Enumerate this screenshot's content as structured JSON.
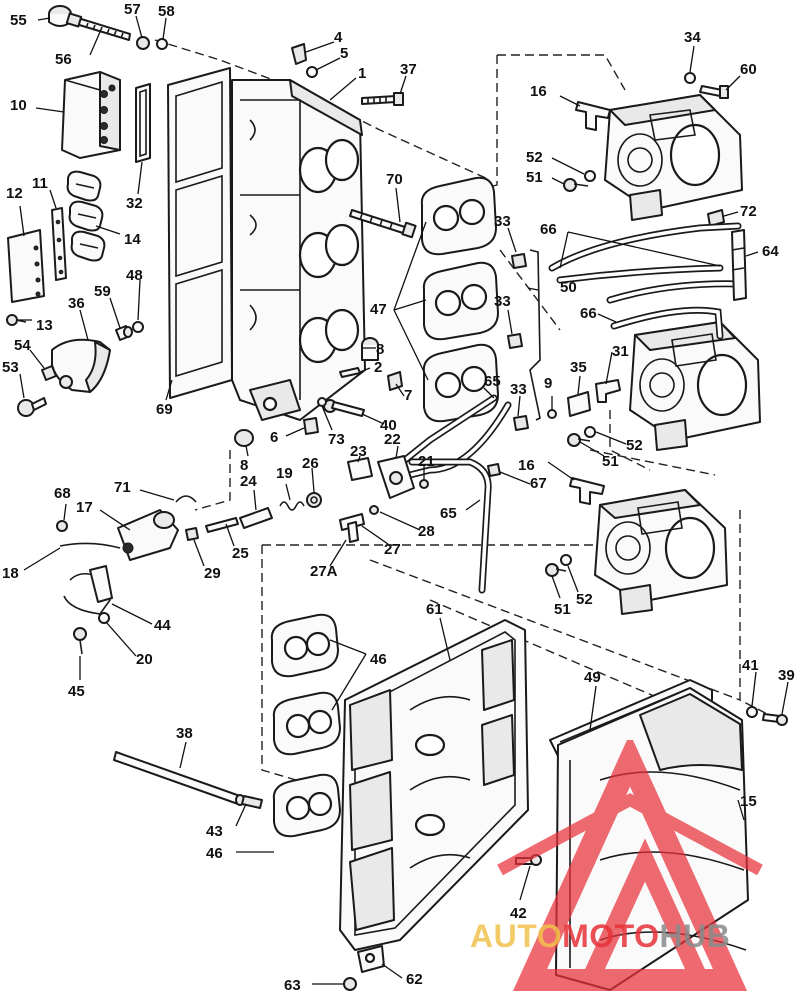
{
  "callouts": [
    {
      "id": "c55",
      "text": "55"
    },
    {
      "id": "c56",
      "text": "56"
    },
    {
      "id": "c57",
      "text": "57"
    },
    {
      "id": "c58",
      "text": "58"
    },
    {
      "id": "c4",
      "text": "4"
    },
    {
      "id": "c5",
      "text": "5"
    },
    {
      "id": "c1",
      "text": "1"
    },
    {
      "id": "c37",
      "text": "37"
    },
    {
      "id": "c10",
      "text": "10"
    },
    {
      "id": "c32",
      "text": "32"
    },
    {
      "id": "c12",
      "text": "12"
    },
    {
      "id": "c11",
      "text": "11"
    },
    {
      "id": "c14",
      "text": "14"
    },
    {
      "id": "c13",
      "text": "13"
    },
    {
      "id": "c36",
      "text": "36"
    },
    {
      "id": "c59",
      "text": "59"
    },
    {
      "id": "c48",
      "text": "48"
    },
    {
      "id": "c54",
      "text": "54"
    },
    {
      "id": "c53",
      "text": "53"
    },
    {
      "id": "c69",
      "text": "69"
    },
    {
      "id": "c70",
      "text": "70"
    },
    {
      "id": "c34",
      "text": "34"
    },
    {
      "id": "c60",
      "text": "60"
    },
    {
      "id": "c16a",
      "text": "16"
    },
    {
      "id": "c52a",
      "text": "52"
    },
    {
      "id": "c51a",
      "text": "51"
    },
    {
      "id": "c72",
      "text": "72"
    },
    {
      "id": "c33a",
      "text": "33"
    },
    {
      "id": "c66a",
      "text": "66"
    },
    {
      "id": "c64",
      "text": "64"
    },
    {
      "id": "c50",
      "text": "50"
    },
    {
      "id": "c47",
      "text": "47"
    },
    {
      "id": "c33b",
      "text": "33"
    },
    {
      "id": "c66b",
      "text": "66"
    },
    {
      "id": "c8a",
      "text": "8"
    },
    {
      "id": "c2",
      "text": "2"
    },
    {
      "id": "c31",
      "text": "31"
    },
    {
      "id": "c7",
      "text": "7"
    },
    {
      "id": "c65a",
      "text": "65"
    },
    {
      "id": "c33c",
      "text": "33"
    },
    {
      "id": "c9",
      "text": "9"
    },
    {
      "id": "c35",
      "text": "35"
    },
    {
      "id": "c40",
      "text": "40"
    },
    {
      "id": "c6",
      "text": "6"
    },
    {
      "id": "c73",
      "text": "73"
    },
    {
      "id": "c22",
      "text": "22"
    },
    {
      "id": "c52b",
      "text": "52"
    },
    {
      "id": "c51b",
      "text": "51"
    },
    {
      "id": "c8b",
      "text": "8"
    },
    {
      "id": "c23",
      "text": "23"
    },
    {
      "id": "c16b",
      "text": "16"
    },
    {
      "id": "c26",
      "text": "26"
    },
    {
      "id": "c19",
      "text": "19"
    },
    {
      "id": "c24",
      "text": "24"
    },
    {
      "id": "c21",
      "text": "21"
    },
    {
      "id": "c67",
      "text": "67"
    },
    {
      "id": "c65b",
      "text": "65"
    },
    {
      "id": "c68",
      "text": "68"
    },
    {
      "id": "c71",
      "text": "71"
    },
    {
      "id": "c17",
      "text": "17"
    },
    {
      "id": "c28",
      "text": "28"
    },
    {
      "id": "c25",
      "text": "25"
    },
    {
      "id": "c27",
      "text": "27"
    },
    {
      "id": "c29",
      "text": "29"
    },
    {
      "id": "c18",
      "text": "18"
    },
    {
      "id": "c27A",
      "text": "27A"
    },
    {
      "id": "c51c",
      "text": "51"
    },
    {
      "id": "c52c",
      "text": "52"
    },
    {
      "id": "c44",
      "text": "44"
    },
    {
      "id": "c20",
      "text": "20"
    },
    {
      "id": "c61",
      "text": "61"
    },
    {
      "id": "c46a",
      "text": "46"
    },
    {
      "id": "c45",
      "text": "45"
    },
    {
      "id": "c41",
      "text": "41"
    },
    {
      "id": "c39",
      "text": "39"
    },
    {
      "id": "c49",
      "text": "49"
    },
    {
      "id": "c38",
      "text": "38"
    },
    {
      "id": "c15",
      "text": "15"
    },
    {
      "id": "c43",
      "text": "43"
    },
    {
      "id": "c46b",
      "text": "46"
    },
    {
      "id": "c42",
      "text": "42"
    },
    {
      "id": "c63",
      "text": "63"
    },
    {
      "id": "c62",
      "text": "62"
    }
  ],
  "watermark": {
    "auto": "AUTO",
    "moto": "MOTO",
    "hub": "HUB"
  },
  "colors": {
    "line": "#1a1a1a",
    "watermark_red": "#e8323a",
    "watermark_gold": "#f2c14e",
    "watermark_gray": "#8a8a8a"
  }
}
